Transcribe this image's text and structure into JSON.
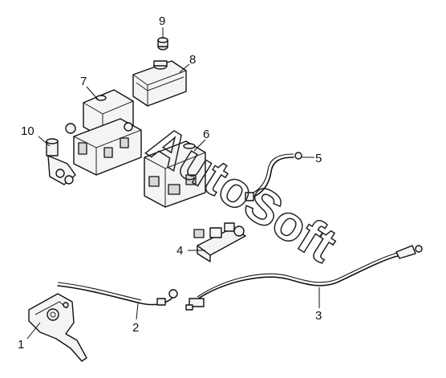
{
  "callouts": [
    {
      "id": "1",
      "label": "1"
    },
    {
      "id": "2",
      "label": "2"
    },
    {
      "id": "3",
      "label": "3"
    },
    {
      "id": "4",
      "label": "4"
    },
    {
      "id": "5",
      "label": "5"
    },
    {
      "id": "6",
      "label": "6"
    },
    {
      "id": "7",
      "label": "7"
    },
    {
      "id": "8",
      "label": "8"
    },
    {
      "id": "9",
      "label": "9"
    },
    {
      "id": "10",
      "label": "10"
    }
  ],
  "watermark": {
    "text": "AutoSoft"
  }
}
